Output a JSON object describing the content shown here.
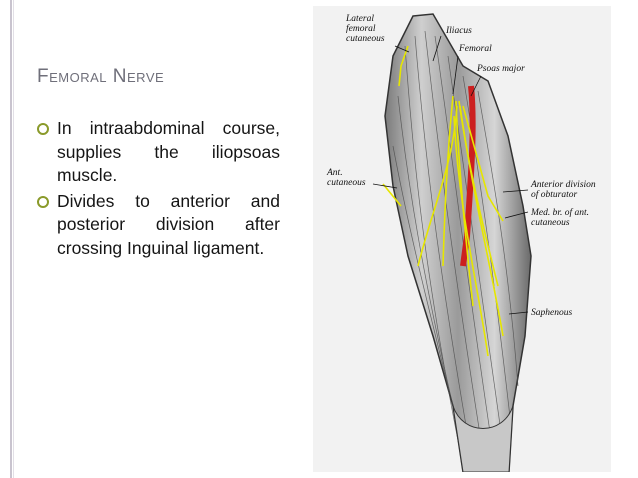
{
  "slide": {
    "title": "Femoral Nerve",
    "bullets": [
      "In intraabdominal course, supplies the iliopsoas muscle.",
      "Divides to anterior and posterior division after crossing Inguinal ligament."
    ],
    "accent_color": "#8a9a2a"
  },
  "figure": {
    "labels": {
      "lateral_femoral_cutaneous": [
        "Lateral",
        "femoral",
        "cutaneous"
      ],
      "iliacus": "Iliacus",
      "femoral": "Femoral",
      "psoas_major": "Psoas major",
      "ant_cutaneous": [
        "Ant.",
        "cutaneous"
      ],
      "anterior_division_of_obturator": [
        "Anterior division",
        "of obturator"
      ],
      "med_br_of_ant_cutaneous": [
        "Med. br. of ant.",
        "cutaneous"
      ],
      "saphenous": "Saphenous"
    },
    "colors": {
      "nerve": "#e6e600",
      "artery": "#cc1f1f",
      "muscle_light": "#d9d9d9",
      "muscle_dark": "#555555"
    }
  }
}
